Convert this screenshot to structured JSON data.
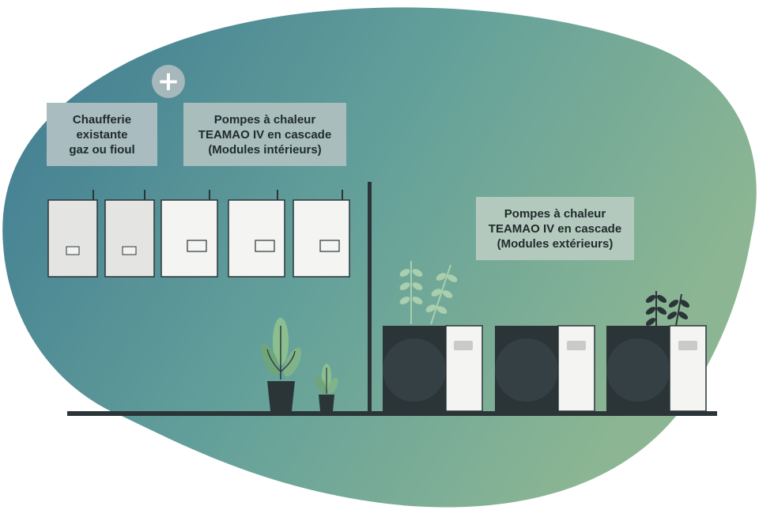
{
  "labels": {
    "boiler_room": "Chaufferie\nexistante\ngaz ou fioul",
    "indoor_modules": "Pompes à chaleur\nTEAMAO IV en cascade\n(Modules intérieurs)",
    "outdoor_modules": "Pompes à chaleur\nTEAMAO IV en cascade\n(Modules extérieurs)"
  },
  "plus_symbol": "+",
  "colors": {
    "blob_start": "#3f7d92",
    "blob_end": "#86b394",
    "dark_unit": "#2b3538",
    "panel_light": "#f4f4f2",
    "floor_line": "#2b3538"
  }
}
